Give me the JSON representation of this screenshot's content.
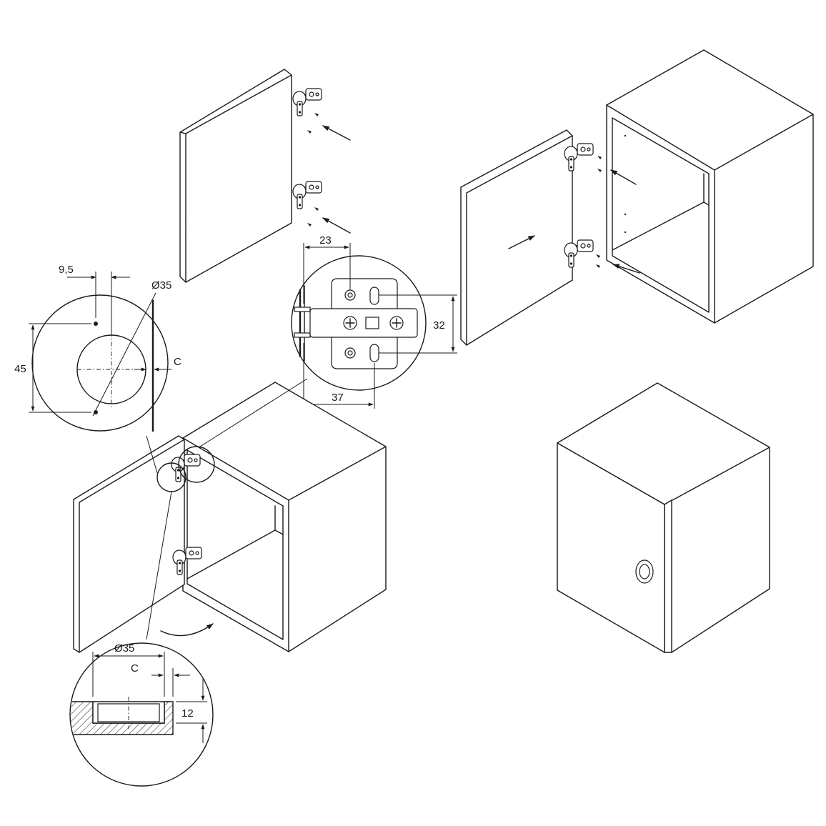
{
  "colors": {
    "line": "#1a1a1a",
    "background": "#ffffff",
    "hatch": "#1a1a1a"
  },
  "dimensions": {
    "cup_hole_top_view": {
      "edge_offset": "9,5",
      "hole_diameter": "Ø35",
      "hole_spacing": "45",
      "edge_distance": "C"
    },
    "mounting_plate_detail": {
      "top_offset": "23",
      "hole_spacing": "32",
      "bottom_offset": "37"
    },
    "cup_hole_section": {
      "hole_diameter": "Ø35",
      "edge_distance": "C",
      "depth": "12"
    }
  },
  "icons": [
    "cabinet-door-icon",
    "concealed-hinge-icon",
    "screw-icon",
    "insertion-arrow-icon",
    "cabinet-carcass-icon",
    "mounting-plate-icon",
    "door-knob-icon",
    "swing-arrow-icon"
  ]
}
